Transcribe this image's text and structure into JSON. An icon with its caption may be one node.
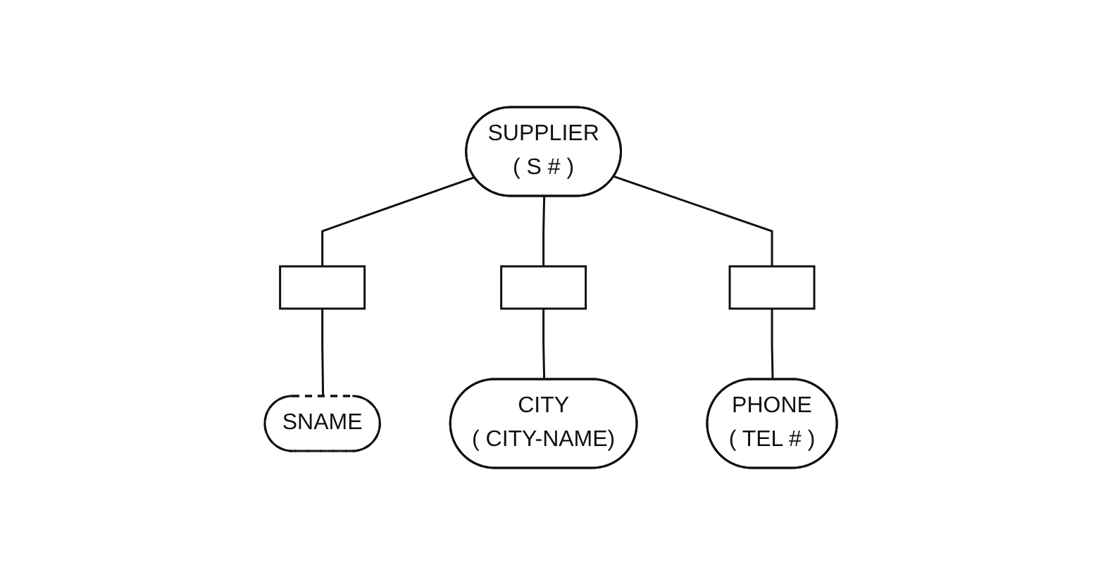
{
  "diagram": {
    "nodes": [
      {
        "text": [
          "SUPPLIER",
          "( S # )"
        ]
      },
      {
        "text": [],
        "shape": "box"
      },
      {
        "text": [],
        "shape": "box"
      },
      {
        "text": [],
        "shape": "box"
      },
      {
        "text": [
          "SNAME"
        ]
      },
      {
        "text": [
          "CITY",
          "( CITY-NAME)"
        ]
      },
      {
        "text": [
          "PHONE",
          "( TEL # )"
        ]
      }
    ],
    "edges": [
      {
        "from": 0,
        "to": 1,
        "arrow": "none"
      },
      {
        "from": 1,
        "to": 4,
        "arrow": "none"
      },
      {
        "from": 0,
        "to": 2,
        "arrow": "none"
      },
      {
        "from": 2,
        "to": 5,
        "arrow": "none"
      },
      {
        "from": 0,
        "to": 3,
        "arrow": "none"
      },
      {
        "from": 3,
        "to": 6,
        "arrow": "none"
      }
    ]
  }
}
